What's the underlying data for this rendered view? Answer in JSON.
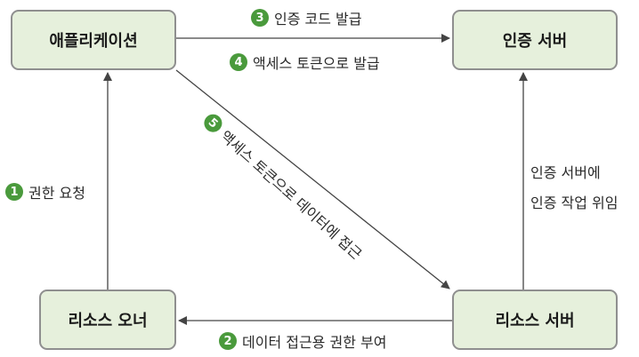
{
  "nodes": {
    "app": "애플리케이션",
    "auth_server": "인증 서버",
    "resource_owner": "리소스 오너",
    "resource_server": "리소스 서버"
  },
  "edges": [
    {
      "step": "1",
      "label": "권한 요청",
      "from": "resource_owner",
      "to": "app"
    },
    {
      "step": "2",
      "label": "데이터 접근용 권한 부여",
      "from": "resource_server",
      "to": "resource_owner"
    },
    {
      "step": "3",
      "label": "인증 코드 발급",
      "from": "app",
      "to": "auth_server"
    },
    {
      "step": "4",
      "label": "액세스 토큰으로 발급"
    },
    {
      "step": "5",
      "label": "액세스 토큰으로 데이터에 접근",
      "from": "app",
      "to": "resource_server"
    },
    {
      "label_line1": "인증 서버에",
      "label_line2": "인증 작업 위임",
      "from": "resource_server",
      "to": "auth_server"
    }
  ],
  "colors": {
    "node_fill": "#e6f0dc",
    "node_border": "#8f8f8f",
    "step_badge": "#4a9a3c",
    "arrow": "#444444"
  }
}
